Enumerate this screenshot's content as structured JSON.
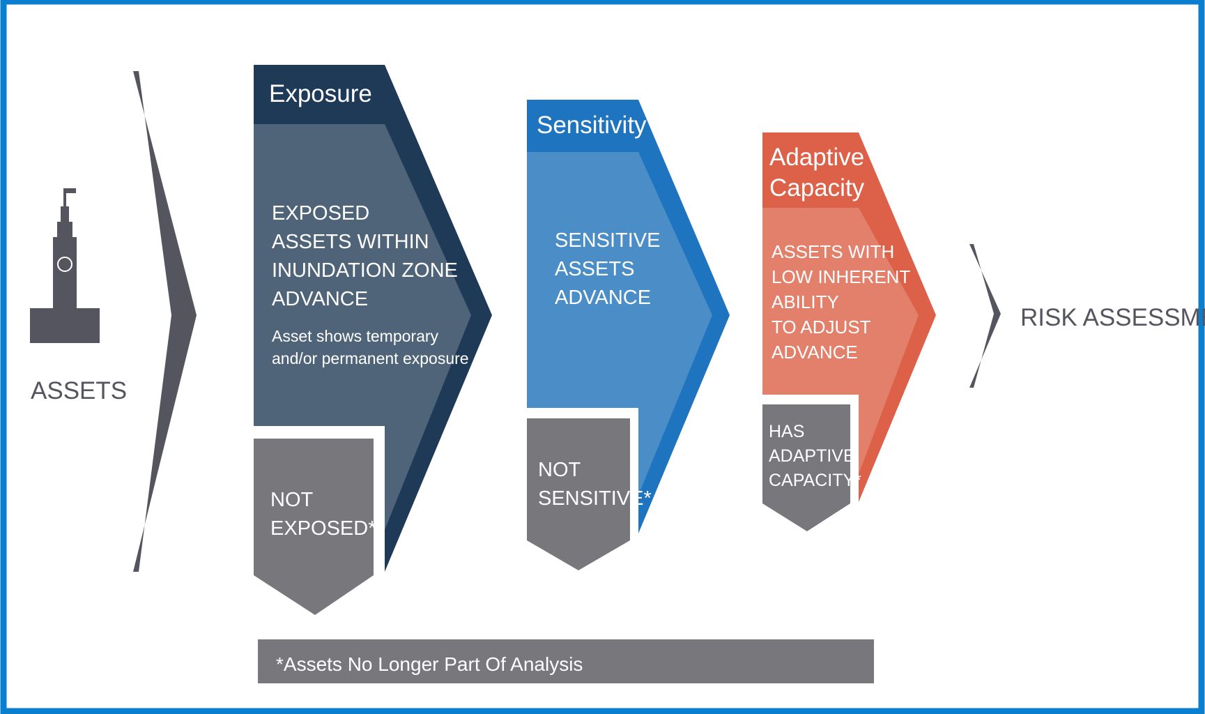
{
  "assets": {
    "label": "ASSETS"
  },
  "exposure": {
    "title": "Exposure",
    "lines": [
      "EXPOSED",
      "ASSETS WITHIN",
      "INUNDATION ZONE",
      "ADVANCE"
    ],
    "note": [
      "Asset shows temporary",
      "and/or permanent exposure"
    ],
    "out_lines": [
      "NOT",
      "EXPOSED*"
    ]
  },
  "sensitivity": {
    "title": "Sensitivity",
    "lines": [
      "SENSITIVE",
      "ASSETS",
      "ADVANCE"
    ],
    "out_lines": [
      "NOT",
      "SENSITIVE*"
    ]
  },
  "adaptive": {
    "title": [
      "Adaptive",
      "Capacity"
    ],
    "lines": [
      "ASSETS WITH",
      "LOW INHERENT",
      "ABILITY",
      "TO ADJUST",
      "ADVANCE"
    ],
    "out_lines": [
      "HAS",
      "ADAPTIVE",
      "CAPACITY*"
    ]
  },
  "risk": {
    "label": "RISK ASSESSMENT"
  },
  "footnote": {
    "text": "*Assets No Longer Part Of Analysis"
  },
  "colors": {
    "frame": "#0a7fd0",
    "grey": "#77777c",
    "dark_grey": "#55555f",
    "exposure_dark": "#1f3a57",
    "exposure_light": "#4f6479",
    "sensitivity_dark": "#1f74c0",
    "sensitivity_light": "#4b8dc7",
    "adaptive_dark": "#dd6149",
    "adaptive_light": "#e2806b"
  }
}
